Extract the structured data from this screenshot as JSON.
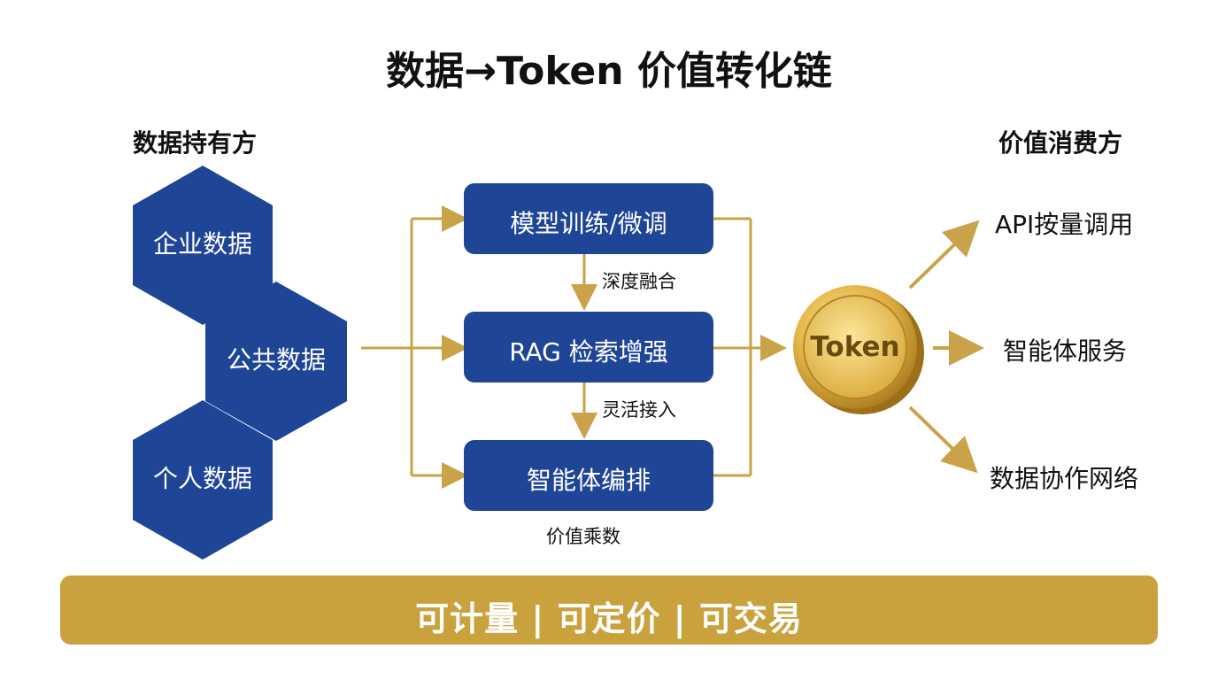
{
  "title": "数据→Token 价值转化链",
  "left_section": {
    "title": "数据持有方",
    "items": [
      "企业数据",
      "公共数据",
      "个人数据"
    ]
  },
  "processes": {
    "items": [
      "模型训练/微调",
      "RAG 检索增强",
      "智能体编排"
    ],
    "connectors": [
      "深度融合",
      "灵活接入"
    ],
    "multiplier_label": "价值乘数"
  },
  "token": {
    "label": "Token"
  },
  "right_section": {
    "title": "价值消费方",
    "items": [
      "API按量调用",
      "智能体服务",
      "数据协作网络"
    ]
  },
  "footer": {
    "text": "可计量 | 可定价 | 可交易"
  },
  "colors": {
    "primary_blue": "#1f4596",
    "gold": "#c9a13d",
    "arrow_gold": "#c9a24a",
    "text": "#111111"
  }
}
